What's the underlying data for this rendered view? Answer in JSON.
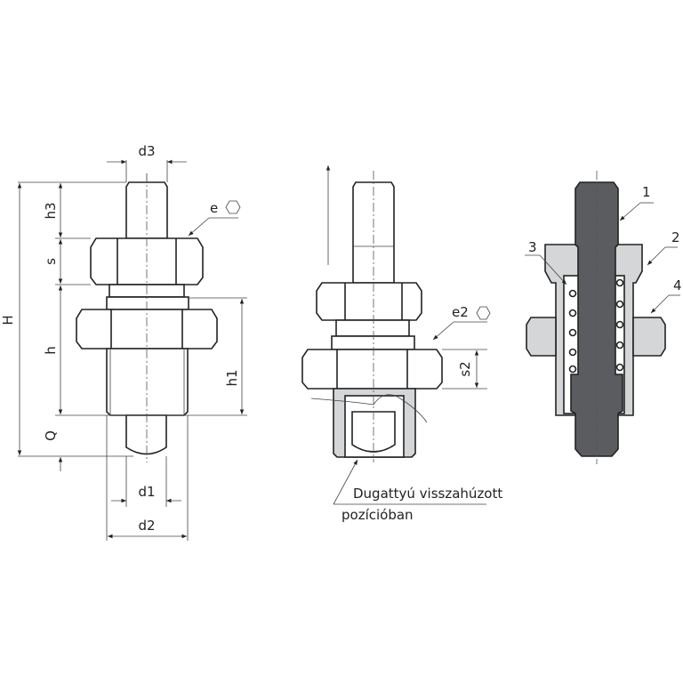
{
  "views": {
    "dimensioned": {
      "labels": {
        "d3": "d3",
        "H": "H",
        "h3": "h3",
        "s": "s",
        "h": "h",
        "Q": "Q",
        "h1": "h1",
        "d1": "d1",
        "d2": "d2",
        "e": "e"
      }
    },
    "retracted": {
      "labels": {
        "e2": "e2",
        "s2": "s2"
      },
      "caption_line1": "Dugattyú visszahúzott",
      "caption_line2": "pozícióban"
    },
    "section": {
      "labels": {
        "p1": "1",
        "p2": "2",
        "p3": "3",
        "p4": "4"
      }
    }
  },
  "colors": {
    "pin": "#5b5c5f",
    "housing": "#d4d6d8",
    "line": "#222222"
  }
}
